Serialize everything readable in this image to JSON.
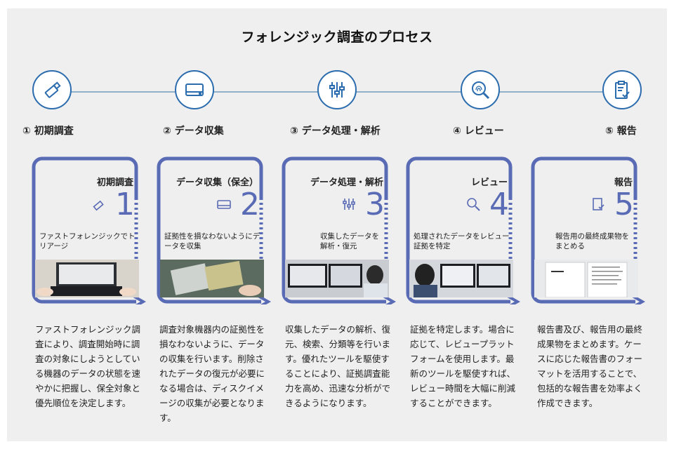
{
  "title": "フォレンジック調査のプロセス",
  "steps": [
    {
      "label": "① 初期調査",
      "card_title": "初期調査",
      "number": "1",
      "card_desc": "ファストフォレンジックでトリアージ",
      "body": "ファストフォレンジック調査により、調査開始時に調査の対象にしようとしている機器のデータの状態を速やかに把握し、保全対象と優先順位を決定します。"
    },
    {
      "label": "② データ収集",
      "card_title": "データ収集（保全）",
      "number": "2",
      "card_desc": "証拠性を損なわないようにデータを収集",
      "body": "調査対象機器内の証拠性を損なわないように、データの収集を行います。削除されたデータの復元が必要になる場合は、ディスクイメージの収集が必要となります。"
    },
    {
      "label": "③ データ処理・解析",
      "card_title": "データ処理・解析",
      "number": "3",
      "card_desc": "収集したデータを解析・復元",
      "body": "収集したデータの解析、復元、検索、分類等を行います。優れたツールを駆使することにより、証拠調査能力を高め、迅速な分析ができるようになります。"
    },
    {
      "label": "④ レビュー",
      "card_title": "レビュー",
      "number": "4",
      "card_desc": "処理されたデータをレビュー証拠を特定",
      "body": "証拠を特定します。場合に応じて、レビュープラットフォームを使用します。最新のツールを駆使すれば、レビュー時間を大幅に削減することができます。"
    },
    {
      "label": "⑤ 報告",
      "card_title": "報告",
      "number": "5",
      "card_desc": "報告用の最終成果物をまとめる",
      "body": "報告書及び、報告用の最終成果物をまとめます。ケースに応じた報告書のフォーマットを活用することで、包括的な報告書を効率よく作成できます。"
    }
  ],
  "icons": [
    "usb-drive-icon",
    "hard-drive-icon",
    "sliders-icon",
    "fingerprint-search-icon",
    "clipboard-check-icon"
  ],
  "colors": {
    "accent_blue": "#2a6cae",
    "card_frame": "#5a6bb5",
    "timeline": "#8fb0c8",
    "panel_bg": "#efefef"
  }
}
